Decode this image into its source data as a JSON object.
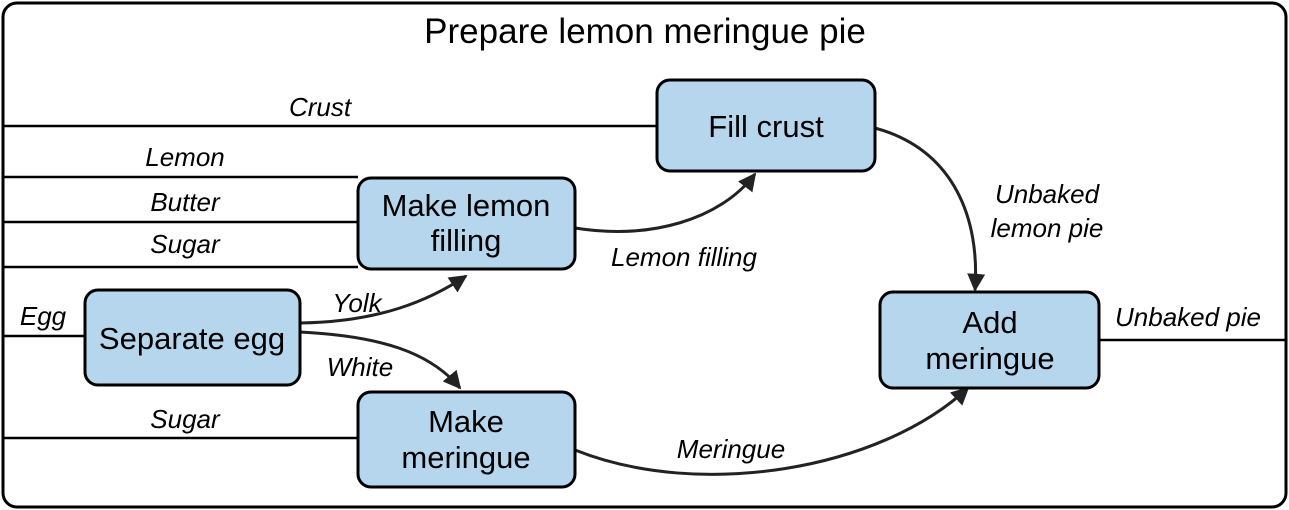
{
  "title": "Prepare lemon meringue pie",
  "colors": {
    "box_fill": "#b5d6ec",
    "stroke": "#000000",
    "arrow": "#222222",
    "background": "#ffffff"
  },
  "processes": {
    "fill_crust": "Fill crust",
    "make_lemon_filling": [
      "Make lemon",
      "filling"
    ],
    "separate_egg": "Separate egg",
    "make_meringue": [
      "Make",
      "meringue"
    ],
    "add_meringue": [
      "Add",
      "meringue"
    ]
  },
  "inputs": {
    "crust": "Crust",
    "lemon": "Lemon",
    "butter": "Butter",
    "sugar_filling": "Sugar",
    "egg": "Egg",
    "sugar_meringue": "Sugar"
  },
  "flows": {
    "yolk": "Yolk",
    "white": "White",
    "lemon_filling": "Lemon filling",
    "meringue": "Meringue",
    "unbaked_lemon_pie": [
      "Unbaked",
      "lemon pie"
    ]
  },
  "output": "Unbaked pie"
}
